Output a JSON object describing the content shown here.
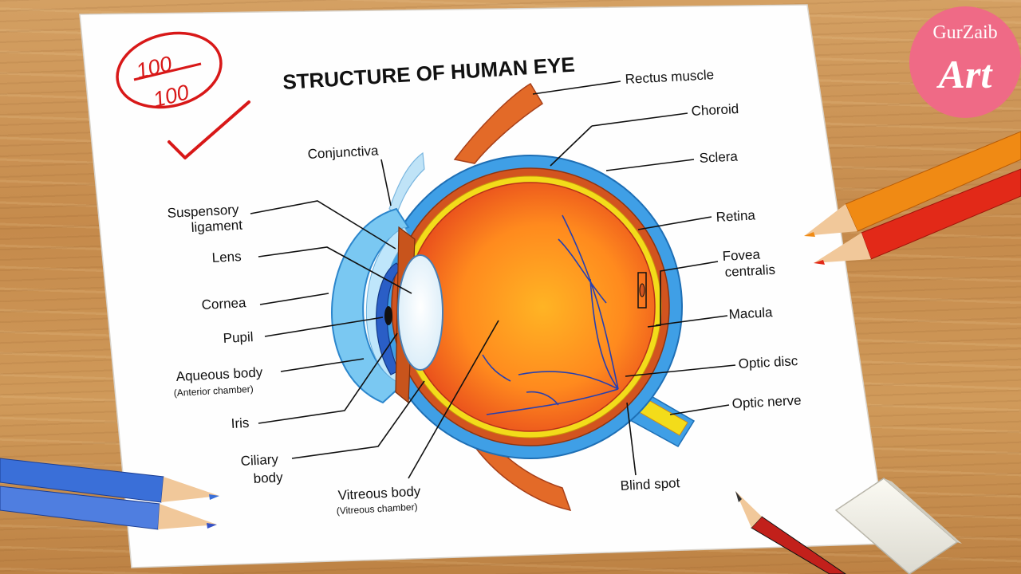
{
  "title": "STRUCTURE OF HUMAN EYE",
  "score": {
    "numerator": "100",
    "denominator": "100"
  },
  "brand": {
    "name": "GurZaib",
    "tagline": "Art"
  },
  "labels": {
    "rectus_muscle": "Rectus muscle",
    "choroid": "Choroid",
    "sclera": "Sclera",
    "retina": "Retina",
    "fovea_line1": "Fovea",
    "fovea_line2": "centralis",
    "macula": "Macula",
    "optic_disc": "Optic disc",
    "optic_nerve": "Optic nerve",
    "blind_spot": "Blind spot",
    "conjunctiva": "Conjunctiva",
    "suspensory_line1": "Suspensory",
    "suspensory_line2": "ligament",
    "lens": "Lens",
    "cornea": "Cornea",
    "pupil": "Pupil",
    "aqueous": "Aqueous body",
    "aqueous_sub": "(Anterior chamber)",
    "iris": "Iris",
    "ciliary_line1": "Ciliary",
    "ciliary_line2": "body",
    "vitreous": "Vitreous body",
    "vitreous_sub": "(Vitreous chamber)"
  },
  "colors": {
    "paper": "#ffffff",
    "sclera": "#3f9fe6",
    "choroid": "#d2541f",
    "retina": "#f3dc1a",
    "vitreous_center": "#ffa41a",
    "vitreous_edge": "#e4421c",
    "lens": "#ffffff",
    "iris": "#2a5ec6",
    "cornea": "#7ac8f2",
    "muscle": "#e36a28",
    "vessels": "#2740b0",
    "score_red": "#d81818",
    "badge_pink": "#ef6a86"
  }
}
